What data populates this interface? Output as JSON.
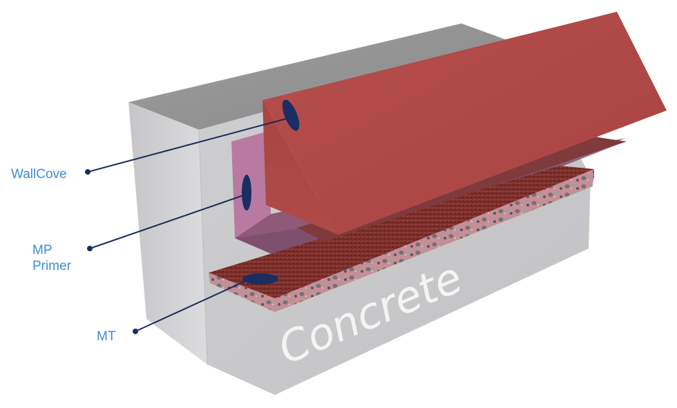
{
  "diagram": {
    "title": "",
    "labels": {
      "wallcove": "WallCove",
      "mp_primer_line1": "MP",
      "mp_primer_line2": "Primer",
      "mt": "MT",
      "concrete": "Concrete"
    },
    "layers": [
      {
        "id": "wallcove",
        "name": "WallCove",
        "color": "#b34b4b"
      },
      {
        "id": "mp-primer",
        "name": "MP Primer",
        "color": "#b3769a"
      },
      {
        "id": "mt",
        "name": "MT",
        "color": "#7a2a26"
      },
      {
        "id": "concrete",
        "name": "Concrete",
        "color": "#c9c9cb"
      }
    ],
    "colors": {
      "label_text": "#3d8bd6",
      "leader_line": "#1a2a5a",
      "marker": "#1b2d62"
    }
  }
}
